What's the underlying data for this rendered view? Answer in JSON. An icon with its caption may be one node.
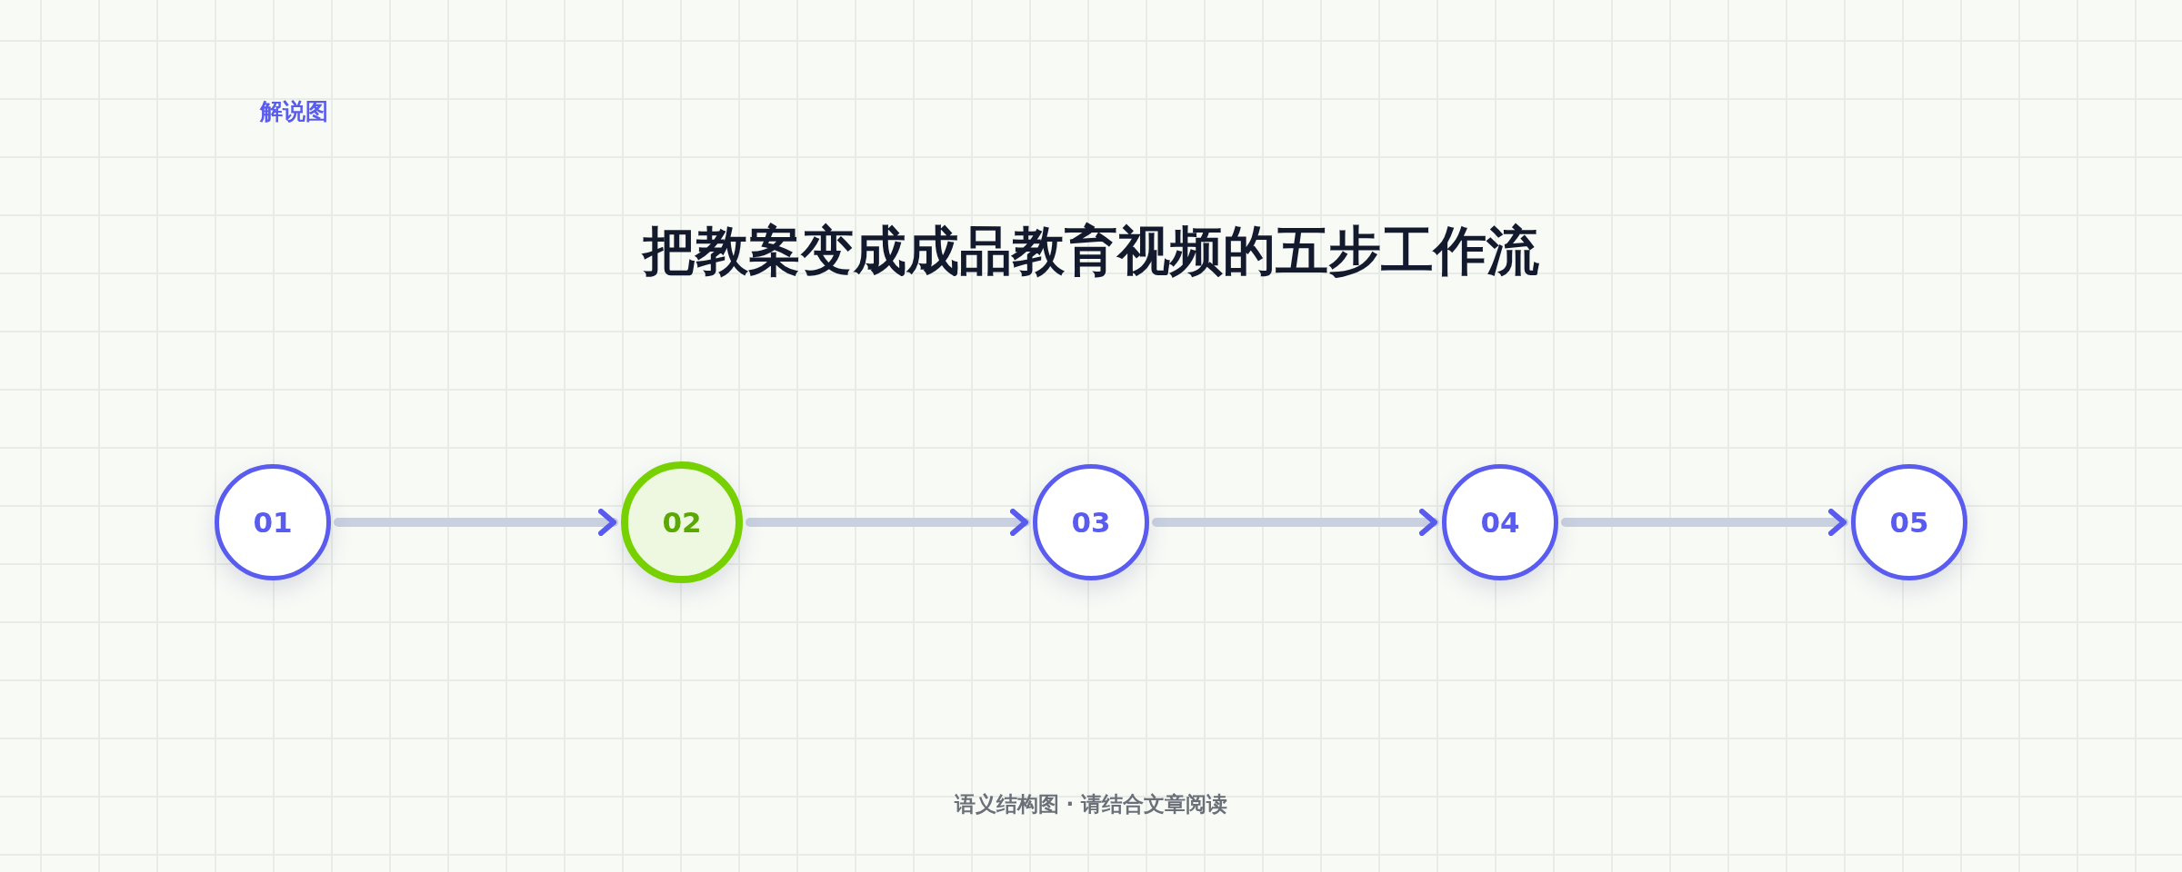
{
  "diagram": {
    "title": "把教案变成成品教育视频的五步工作流",
    "nodes": [
      {
        "text": [
          "01"
        ]
      },
      {
        "text": [
          "02"
        ]
      },
      {
        "text": [
          "03"
        ]
      },
      {
        "text": [
          "04"
        ]
      },
      {
        "text": [
          "05"
        ]
      }
    ],
    "edges": [
      {
        "from": 0,
        "to": 1,
        "arrow": "to"
      },
      {
        "from": 1,
        "to": 2,
        "arrow": "to"
      },
      {
        "from": 2,
        "to": 3,
        "arrow": "to"
      },
      {
        "from": 3,
        "to": 4,
        "arrow": "to"
      }
    ],
    "labels": [
      "解说图",
      "语义结构图 · 请结合文章阅读"
    ]
  }
}
